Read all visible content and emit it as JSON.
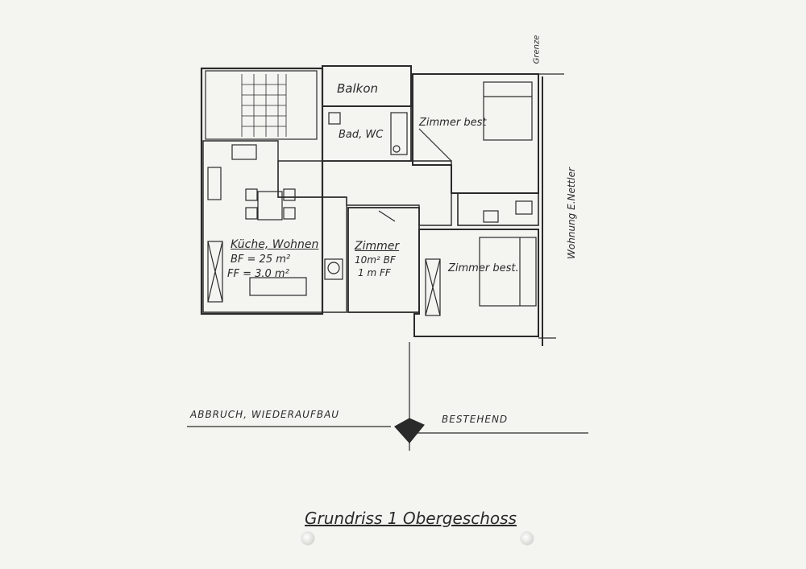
{
  "labels": {
    "balkon": "Balkon",
    "bad_wc": "Bad, WC",
    "zimmer_best_top": "Zimmer best",
    "kueche_wohnen": "Küche, Wohnen",
    "bf_kueche": "BF = 25 m²",
    "ff_kueche": "FF = 3.0 m²",
    "zimmer_small": "Zimmer",
    "bf_zimmer": "10m² BF",
    "ff_zimmer": "1 m FF",
    "zimmer_best_bottom": "Zimmer best.",
    "wohnung": "Wohnung E.Nettler",
    "grenze": "Grenze",
    "abbruch": "ABBRUCH, WIEDERAUFBAU",
    "bestehend": "BESTEHEND",
    "title": "Grundriss 1 Obergeschoss"
  },
  "colors": {
    "ink": "#2a2a2a",
    "paper": "#f4f4f1"
  }
}
